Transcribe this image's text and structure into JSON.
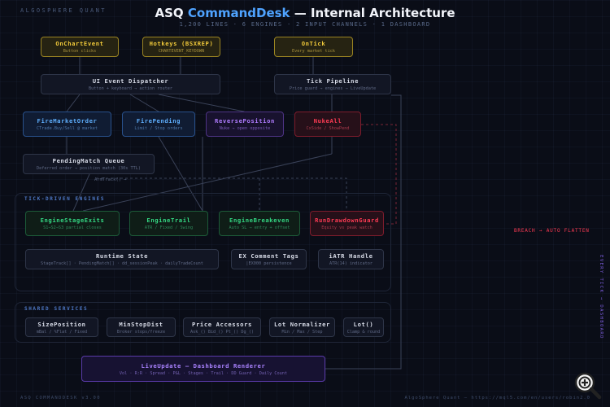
{
  "header": {
    "brand": "ALGOSPHERE QUANT",
    "title_prefix": "ASQ ",
    "title_highlight": "CommandDesk",
    "title_suffix": " — Internal Architecture",
    "subtitle": "1,200 LINES · 6 ENGINES · 2 INPUT CHANNELS · 1 DASHBOARD"
  },
  "inputs": {
    "chart_event": {
      "name": "OnChartEvent",
      "sub": "Button clicks"
    },
    "hotkeys": {
      "name": "Hotkeys (BSXREP)",
      "sub": "CHARTEVENT_KEYDOWN"
    },
    "on_tick": {
      "name": "OnTick",
      "sub": "Every market tick"
    }
  },
  "dispatch": {
    "ui": {
      "name": "UI Event Dispatcher",
      "sub": "Button + keyboard → action router"
    },
    "tick": {
      "name": "Tick Pipeline",
      "sub": "Price guard → engines → LiveUpdate"
    }
  },
  "actions": {
    "fire_market": {
      "name": "FireMarketOrder",
      "sub": "CTrade.Buy/Sell @ market"
    },
    "fire_pending": {
      "name": "FirePending",
      "sub": "Limit / Stop orders"
    },
    "reverse": {
      "name": "ReversePosition",
      "sub": "Nuke → open opposite"
    },
    "nuke": {
      "name": "NukeAll",
      "sub": "CxSide / ShowPend"
    }
  },
  "pending": {
    "name": "PendingMatch Queue",
    "sub": "Deferred order → position match (30s TTL)",
    "arm_label": "ArmTrack() →"
  },
  "tick_engines": {
    "label": "TICK-DRIVEN ENGINES",
    "stage_exits": {
      "name": "EngineStageExits",
      "sub": "S1→S2→S3 partial closes"
    },
    "trail": {
      "name": "EngineTrail",
      "sub": "ATR / Fixed / Swing"
    },
    "breakeven": {
      "name": "EngineBreakeven",
      "sub": "Auto SL → entry + offset"
    },
    "drawdown": {
      "name": "RunDrawdownGuard",
      "sub": "Equity vs peak watch"
    },
    "runtime": {
      "name": "Runtime State",
      "sub": "StageTrack[] · PendingMatch[] · dd_sessionPeak · dailyTradeCount"
    },
    "ex_tags": {
      "name": "EX Comment Tags",
      "sub": "|EX000 persistence"
    },
    "iatr": {
      "name": "iATR Handle",
      "sub": "ATR(14) indicator"
    }
  },
  "breach_label": "BREACH → AUTO FLATTEN",
  "shared": {
    "label": "SHARED SERVICES",
    "size_position": {
      "name": "SizePosition",
      "sub": "mBal / %Flat / Fixed"
    },
    "minstop": {
      "name": "MinStopDist",
      "sub": "Broker stops/freeze"
    },
    "price_acc": {
      "name": "Price Accessors",
      "sub": "Ask_() Bid_() Pt_() Dg_()"
    },
    "lot_norm": {
      "name": "Lot Normalizer",
      "sub": "Min / Max / Step"
    },
    "lot": {
      "name": "Lot()",
      "sub": "Clamp & round"
    }
  },
  "live": {
    "name": "LiveUpdate — Dashboard Renderer",
    "sub": "Vol · R:R · Spread · P&L · Stages · Trail · DD Guard · Daily Count"
  },
  "side_label": "EVERY TICK → DASHBOARD",
  "footer": {
    "left": "ASQ COMMANDDESK v3.00",
    "right": "AlgoSphere Quant — https://mql5.com/en/users/robin2.0"
  },
  "icons": {
    "corner": "zoom-in-icon"
  },
  "colors": {
    "input": "#f0c93a",
    "action": "#5fb0ff",
    "reverse": "#b07cff",
    "danger": "#ff3b54",
    "engine": "#34d883",
    "live": "#a982ff"
  }
}
